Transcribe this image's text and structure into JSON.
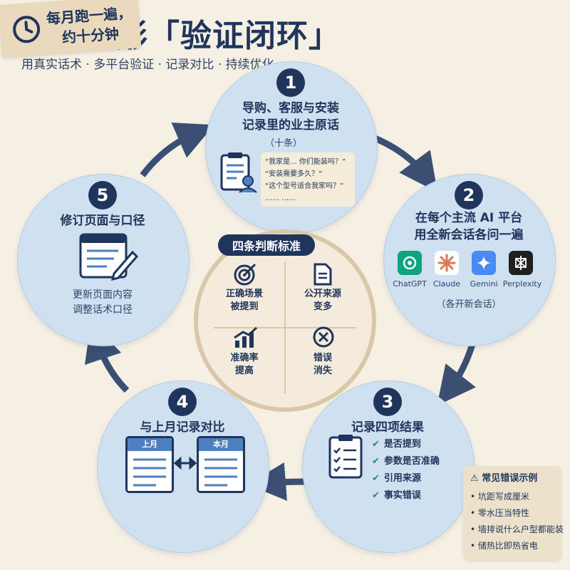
{
  "header": {
    "title": "五步环形「验证闭环」",
    "subtitle": "用真实话术 · 多平台验证 · 记录对比 · 持续优化"
  },
  "tag": {
    "line1": "每月跑一遍，",
    "line2": "约十分钟",
    "icon": "clock-icon"
  },
  "steps": [
    {
      "number": "1",
      "title_line1": "导购、客服与安装",
      "title_line2": "记录里的业主原话",
      "note": "（十条）",
      "quotes": [
        "“我家是... 你们能装吗？”",
        "“安装需要多久？”",
        "“这个型号适合我家吗？”",
        "……        ……"
      ],
      "icon": "user-record-icon"
    },
    {
      "number": "2",
      "title_line1": "在每个主流 AI 平台",
      "title_line2": "用全新会话各问一遍",
      "platforms": [
        "ChatGPT",
        "Claude",
        "Gemini",
        "Perplexity"
      ],
      "note": "（各开新会话）"
    },
    {
      "number": "3",
      "title": "记录四项结果",
      "items": [
        "是否提到",
        "参数是否准确",
        "引用来源",
        "事实错误"
      ],
      "icon": "clipboard-icon"
    },
    {
      "number": "4",
      "title": "与上月记录对比",
      "docs": [
        "上月",
        "本月"
      ],
      "icon": "compare-icon"
    },
    {
      "number": "5",
      "title": "修订页面与口径",
      "desc_line1": "更新页面内容",
      "desc_line2": "调整话术口径",
      "icon": "edit-document-icon"
    }
  ],
  "criteria": {
    "title": "四条判断标准",
    "items": [
      {
        "line1": "正确场景",
        "line2": "被提到",
        "icon": "target-icon"
      },
      {
        "line1": "公开来源",
        "line2": "变多",
        "icon": "document-icon"
      },
      {
        "line1": "准确率",
        "line2": "提高",
        "icon": "trend-up-icon"
      },
      {
        "line1": "错误",
        "line2": "消失",
        "icon": "x-circle-icon"
      }
    ]
  },
  "errors": {
    "title": "常见错误示例",
    "items": [
      "坑距写成厘米",
      "零水压当特性",
      "墙排说什么户型都能装",
      "储热比即热省电"
    ]
  },
  "colors": {
    "navy": "#1f355c",
    "circle": "#cfe0f1",
    "background": "#f6f0e4",
    "check": "#2f8a6a"
  }
}
